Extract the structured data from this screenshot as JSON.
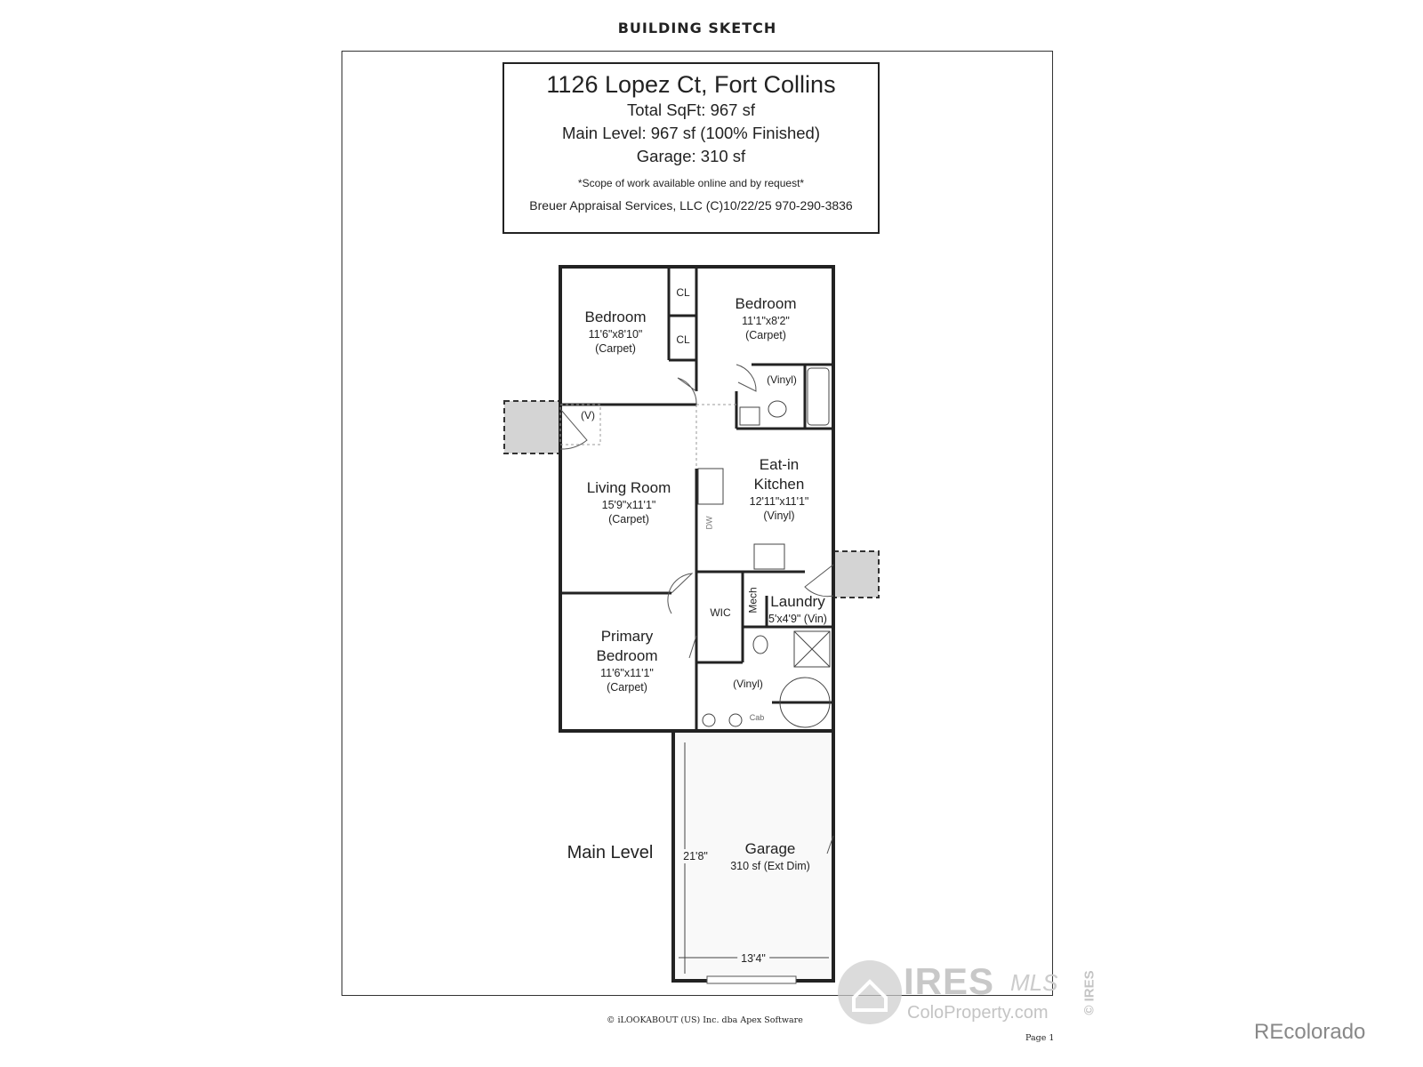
{
  "header": {
    "title": "BUILDING SKETCH"
  },
  "info": {
    "address": "1126 Lopez Ct, Fort Collins",
    "total": "Total SqFt: 967 sf",
    "main": "Main Level: 967 sf (100% Finished)",
    "garage": "Garage: 310 sf",
    "note": "*Scope of work available online and by request*",
    "credit": "Breuer Appraisal Services, LLC  (C)10/22/25  970-290-3836"
  },
  "rooms": {
    "bedroom1": {
      "name": "Bedroom",
      "dims": "11'6\"x8'10\"",
      "floor": "(Carpet)"
    },
    "bedroom2": {
      "name": "Bedroom",
      "dims": "11'1\"x8'2\"",
      "floor": "(Carpet)"
    },
    "closet1": "CL",
    "closet2": "CL",
    "bath1": "(Vinyl)",
    "entry": "(V)",
    "living": {
      "name": "Living Room",
      "dims": "15'9\"x11'1\"",
      "floor": "(Carpet)"
    },
    "kitchen": {
      "name1": "Eat-in",
      "name2": "Kitchen",
      "dims": "12'11\"x11'1\"",
      "floor": "(Vinyl)"
    },
    "dw": "DW",
    "wic": "WIC",
    "mech": "Mech",
    "laundry": {
      "name": "Laundry",
      "dims": "5'x4'9\" (Vin)"
    },
    "primary": {
      "name1": "Primary",
      "name2": "Bedroom",
      "dims": "11'6\"x11'1\"",
      "floor": "(Carpet)"
    },
    "bath2": "(Vinyl)",
    "cab": "Cab",
    "garage": {
      "name": "Garage",
      "dims": "310 sf (Ext Dim)",
      "depth": "21'8\"",
      "width": "13'4\""
    }
  },
  "level_label": "Main Level",
  "footer": {
    "copyright": "© iLOOKABOUT (US) Inc. dba Apex Software",
    "page": "Page 1"
  },
  "watermark": {
    "ires": "IRES",
    "mls": "MLS",
    "site": "ColoProperty.com",
    "side": "© IRES"
  },
  "brand": "REcolorado"
}
